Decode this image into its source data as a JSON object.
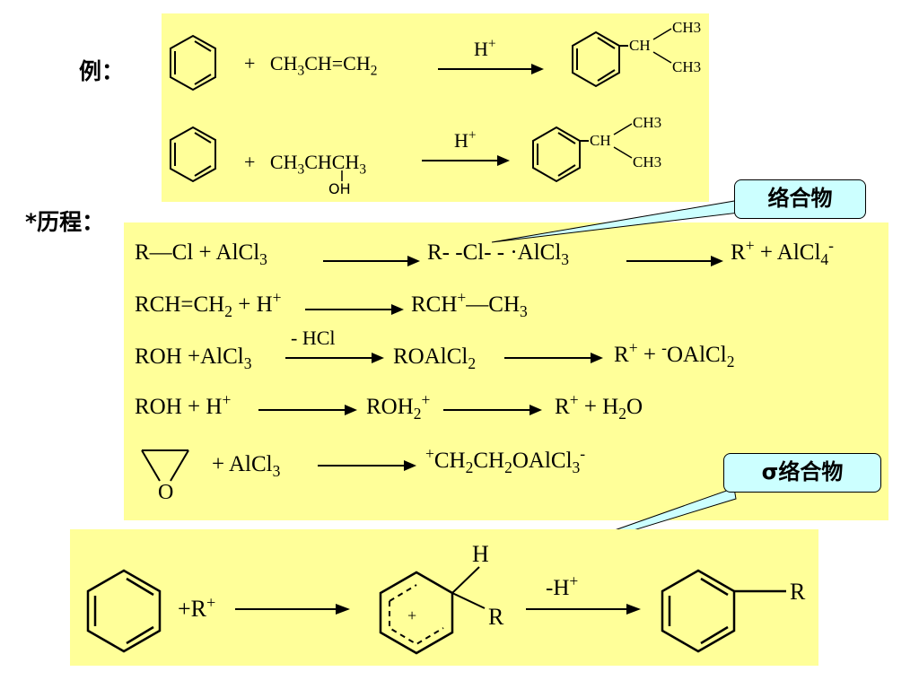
{
  "labels": {
    "example": "例：",
    "mechanism": "*历程："
  },
  "callouts": {
    "complex": "络合物",
    "sigma_complex": "σ络合物"
  },
  "example1": {
    "reagent_parts": [
      "+",
      "CH",
      "3",
      "CH=CH",
      "2"
    ],
    "arrow_label": "H",
    "arrow_sup": "+",
    "product_ch": "CH",
    "product_ch3": "CH3"
  },
  "example2": {
    "reagent_parts": [
      "+",
      "CH",
      "3",
      "CHCH",
      "3"
    ],
    "oh": "OH",
    "arrow_label": "H",
    "arrow_sup": "+"
  },
  "mechanism": {
    "line1": [
      "R—Cl + AlCl",
      "3",
      "R- -Cl- - ·AlCl",
      "3",
      "R",
      "+",
      "+ AlCl",
      "4",
      "-"
    ],
    "line2": [
      "RCH=CH",
      "2",
      "+ H",
      "+",
      "RCH",
      "+",
      "—CH",
      "3"
    ],
    "line3": [
      "ROH +AlCl",
      "3",
      "- HCl",
      "ROAlCl",
      "2",
      "R",
      "+",
      "+ ",
      "-",
      "OAlCl",
      "2"
    ],
    "line4": [
      "ROH + H",
      "+",
      "ROH",
      "2",
      "+",
      "R",
      "+",
      "+ H",
      "2",
      "O"
    ],
    "line5": [
      "+ AlCl",
      "3",
      "+",
      "CH",
      "2",
      "CH",
      "2",
      "OAlCl",
      "3",
      "-"
    ],
    "epoxide_o": "O"
  },
  "bottom": {
    "plus_r": "+R",
    "plus_r_sup": "+",
    "h": "H",
    "r": "R",
    "ring_plus": "+",
    "minus_h": "-H",
    "minus_h_sup": "+",
    "product_r": "R"
  }
}
